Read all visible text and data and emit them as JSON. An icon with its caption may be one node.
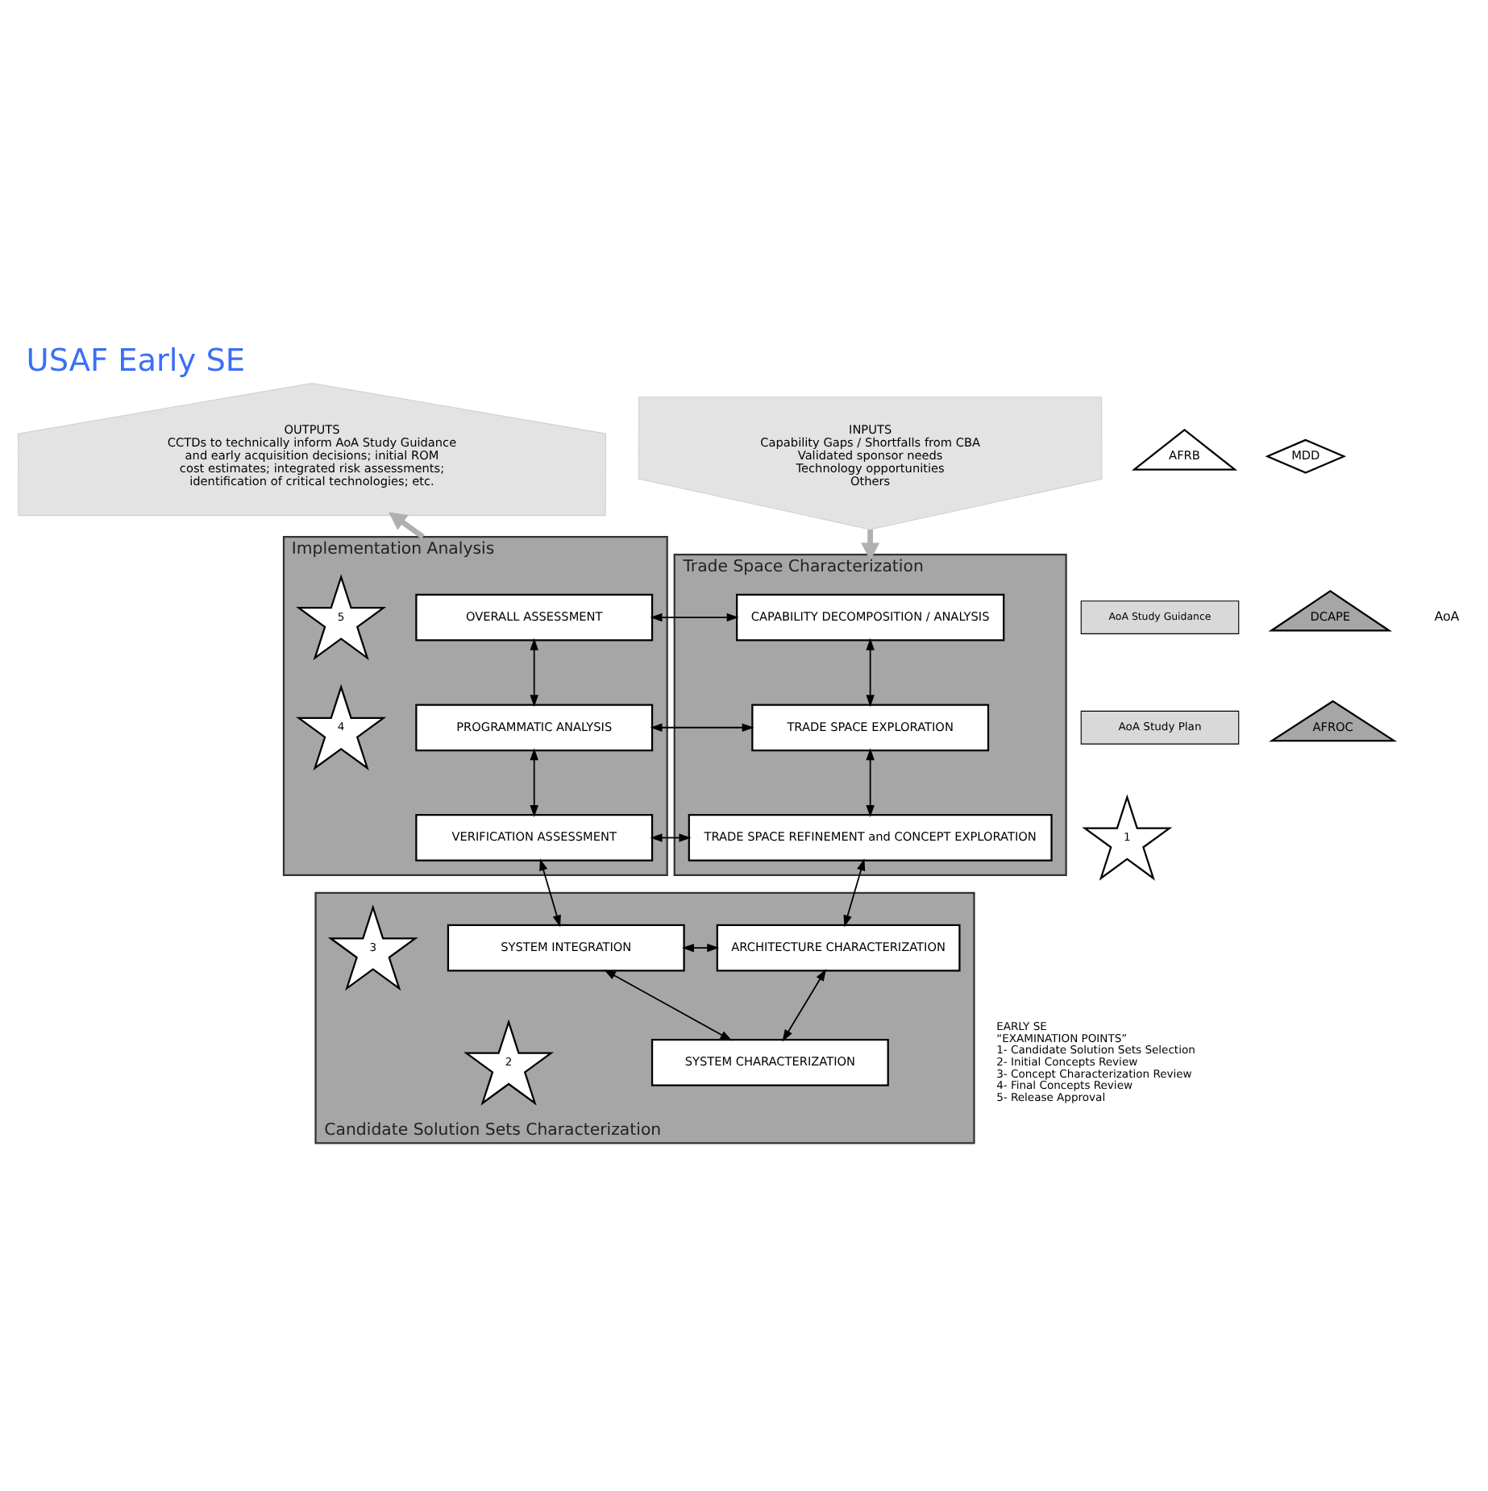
{
  "diagram": {
    "title": "USAF Early SE",
    "nodes": [
      {
        "text": [
          "Trade Space Characterization"
        ]
      },
      {
        "text": [
          "CAPABILITY DECOMPOSITION / ANALYSIS"
        ],
        "in": 0
      },
      {
        "text": [
          "TRADE SPACE EXPLORATION"
        ],
        "in": 0
      },
      {
        "text": [
          "TRADE SPACE REFINEMENT and CONCEPT EXPLORATION"
        ],
        "in": 0
      },
      {
        "text": [
          "Implementation Analysis"
        ]
      },
      {
        "text": [
          "OVERALL ASSESSMENT"
        ],
        "in": 4
      },
      {
        "text": [
          "PROGRAMMATIC ANALYSIS"
        ],
        "in": 4
      },
      {
        "text": [
          "VERIFICATION ASSESSMENT"
        ],
        "in": 4
      },
      {
        "text": [
          "Candidate Solution Sets Characterization"
        ]
      },
      {
        "text": [
          "ARCHITECTURE CHARACTERIZATION"
        ],
        "in": 8
      },
      {
        "text": [
          "SYSTEM INTEGRATION"
        ],
        "in": 8
      },
      {
        "text": [
          "SYSTEM CHARACTERIZATION"
        ],
        "in": 8
      },
      {
        "text": [
          "1"
        ]
      },
      {
        "text": [
          "2"
        ],
        "in": 8
      },
      {
        "text": [
          "3"
        ],
        "in": 8
      },
      {
        "text": [
          "4"
        ],
        "in": 4
      },
      {
        "text": [
          "5"
        ],
        "in": 4
      },
      {
        "text": [
          "INPUTS",
          "Capability Gaps / Shortfalls from CBA",
          "Validated sponsor needs",
          "Technology opportunities",
          "Others"
        ]
      },
      {
        "text": [
          "OUTPUTS",
          "CCTDs to technically inform AoA Study Guidance and early acquisition decisions; initial ROM cost estimates; integrated risk assessments; identification of critical technologies; etc."
        ]
      },
      {
        "text": [
          "AFRB"
        ]
      },
      {
        "text": [
          "MDD"
        ]
      },
      {
        "text": [
          "AoA Study Guidance"
        ]
      },
      {
        "text": [
          "DCAPE"
        ]
      },
      {
        "text": [
          "AoA Study Plan"
        ]
      },
      {
        "text": [
          "AFROC"
        ]
      }
    ],
    "edges": [
      {
        "from": 17,
        "to": 1,
        "arrow": "to",
        "style": "thick",
        "color": "#b0b0b0"
      },
      {
        "from": 1,
        "to": 5,
        "arrow": "both"
      },
      {
        "from": 1,
        "to": 2,
        "arrow": "both"
      },
      {
        "from": 2,
        "to": 6,
        "arrow": "both"
      },
      {
        "from": 2,
        "to": 3,
        "arrow": "both"
      },
      {
        "from": 3,
        "to": 7,
        "arrow": "both"
      },
      {
        "from": 3,
        "to": 9,
        "arrow": "both"
      },
      {
        "from": 9,
        "to": 10,
        "arrow": "both"
      },
      {
        "from": 9,
        "to": 11,
        "arrow": "both"
      },
      {
        "from": 10,
        "to": 11,
        "arrow": "both"
      },
      {
        "from": 7,
        "to": 10,
        "arrow": "both"
      },
      {
        "from": 6,
        "to": 7,
        "arrow": "both"
      },
      {
        "from": 5,
        "to": 6,
        "arrow": "both"
      },
      {
        "from": 5,
        "to": 18,
        "arrow": "to",
        "style": "thick",
        "color": "#b0b0b0"
      }
    ],
    "labels": [
      "AoA",
      "EARLY SE",
      "“EXAMINATION POINTS”",
      "1- Candidate Solution Sets Selection",
      "2- Initial Concepts Review",
      "3- Concept Characterization Review",
      "4- Final Concepts Review",
      "5- Release Approval"
    ]
  }
}
